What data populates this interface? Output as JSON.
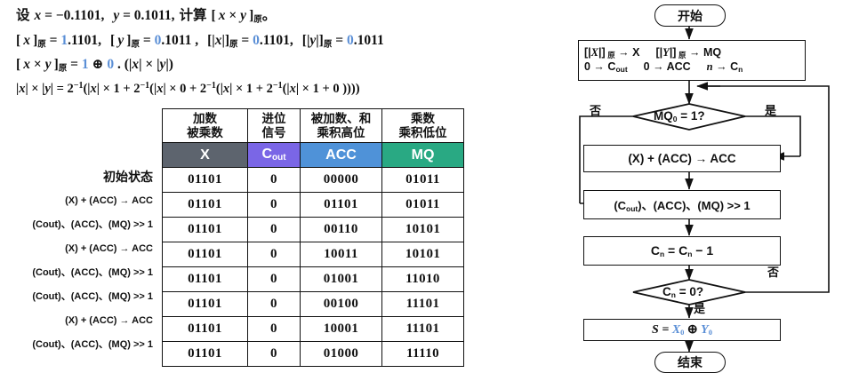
{
  "problem": {
    "line1_pre": "设",
    "line1": "设 x = −0.1101,  y = 0.1011,  计算 [ x × y ]原。",
    "line2": "[ x ]原 = 1.1101,  [ y ]原 = 0.1011 ,  [|x|]原 = 0.1101,  [|y|]原 = 0.1011",
    "line3": "[ x × y ]原 = 1 ⊕ 0 . (|x| × |y|)",
    "line4": "|x| × |y| = 2⁻¹(|x| × 1 + 2⁻¹(|x| × 0 + 2⁻¹(|x| × 1 + 2⁻¹(|x| × 1 + 0 ))))",
    "x_value": "−0.1101",
    "y_value": "0.1011",
    "x_orig": "1.1101",
    "y_orig": "0.1011",
    "abs_x_orig": "0.1101",
    "abs_y_orig": "0.1011",
    "sign_bits": [
      "1",
      "0"
    ],
    "accent_color": "#5b8fd6"
  },
  "table": {
    "col_headers_cn": [
      "加数\n被乘数",
      "进位\n信号",
      "被加数、和\n乘积高位",
      "乘数\n乘积低位"
    ],
    "col_headers_cn_l1": [
      "加数",
      "进位",
      "被加数、和",
      "乘数"
    ],
    "col_headers_cn_l2": [
      "被乘数",
      "信号",
      "乘积高位",
      "乘积低位"
    ],
    "col_vars": [
      "X",
      "Cout",
      "ACC",
      "MQ"
    ],
    "col_var_base": [
      "X",
      "C",
      "ACC",
      "MQ"
    ],
    "col_var_sub": [
      "",
      "out",
      "",
      ""
    ],
    "col_colors": [
      "#5d646e",
      "#7a66e6",
      "#4f92d8",
      "#29a983"
    ],
    "rows": [
      {
        "label": "初始状态",
        "X": "01101",
        "Cout": "0",
        "ACC": "00000",
        "MQ": "01011"
      },
      {
        "label": "(X) + (ACC) → ACC",
        "X": "01101",
        "Cout": "0",
        "ACC": "01101",
        "MQ": "01011"
      },
      {
        "label": "(Cout)、(ACC)、(MQ) >> 1",
        "X": "01101",
        "Cout": "0",
        "ACC": "00110",
        "MQ": "10101"
      },
      {
        "label": "(X) + (ACC) → ACC",
        "X": "01101",
        "Cout": "0",
        "ACC": "10011",
        "MQ": "10101"
      },
      {
        "label": "(Cout)、(ACC)、(MQ) >> 1",
        "X": "01101",
        "Cout": "0",
        "ACC": "01001",
        "MQ": "11010"
      },
      {
        "label": "(Cout)、(ACC)、(MQ) >> 1",
        "X": "01101",
        "Cout": "0",
        "ACC": "00100",
        "MQ": "11101"
      },
      {
        "label": "(X) + (ACC) → ACC",
        "X": "01101",
        "Cout": "0",
        "ACC": "10001",
        "MQ": "11101"
      },
      {
        "label": "(Cout)、(ACC)、(MQ) >> 1",
        "X": "01101",
        "Cout": "0",
        "ACC": "01000",
        "MQ": "11110"
      }
    ]
  },
  "flowchart": {
    "start": "开始",
    "end": "结束",
    "init_line1_a": "[|X|] 原 → X",
    "init_line1_b": "[|Y|] 原 → MQ",
    "init_line2_a": "0 → Cout",
    "init_line2_b": "0 → ACC",
    "init_line2_c": "n → Cn",
    "decision1": "MQ0 = 1?",
    "decision1_base": "MQ",
    "decision1_sub": "0",
    "decision1_tail": " = 1?",
    "decision1_no": "否",
    "decision1_yes": "是",
    "add_box": "(X) + (ACC) → ACC",
    "shift_box": "(Cout)、(ACC)、(MQ) >> 1",
    "dec_box": "Cn = Cn − 1",
    "decision2": "Cn = 0?",
    "decision2_no": "否",
    "decision2_yes": "是",
    "sign_box": "S = X0 ⊕ Y0",
    "sign_box_parts": {
      "lhs": "S = ",
      "x": "X",
      "xsub": "0",
      "op": " ⊕ ",
      "y": "Y",
      "ysub": "0"
    },
    "accent_color": "#5b8fd6"
  }
}
